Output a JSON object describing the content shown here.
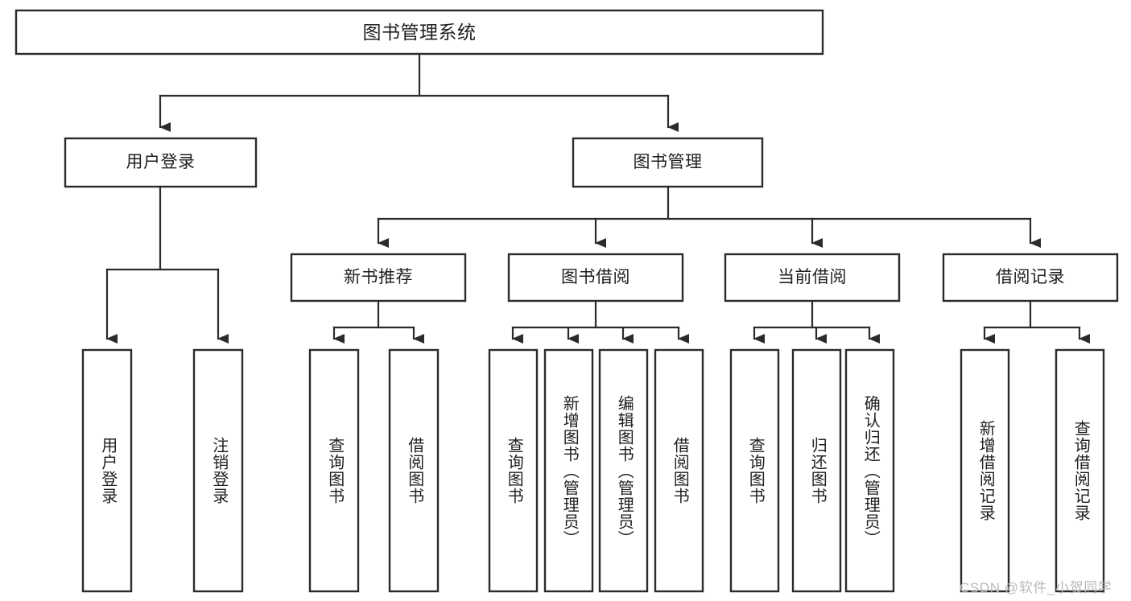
{
  "diagram": {
    "type": "tree-hierarchy",
    "title_node": {
      "label": "图书管理系统"
    },
    "level2": [
      {
        "label": "用户登录"
      },
      {
        "label": "图书管理"
      }
    ],
    "level3": [
      {
        "label": "新书推荐"
      },
      {
        "label": "图书借阅"
      },
      {
        "label": "当前借阅"
      },
      {
        "label": "借阅记录"
      }
    ],
    "leaves": {
      "user_login": [
        {
          "label": "用户登录"
        },
        {
          "label": "注销登录"
        }
      ],
      "new_book_recommend": [
        {
          "label": "查询图书"
        },
        {
          "label": "借阅图书"
        }
      ],
      "book_borrow": [
        {
          "label": "查询图书"
        },
        {
          "label": "新增图书（管理员）"
        },
        {
          "label": "编辑图书（管理员）"
        },
        {
          "label": "借阅图书"
        }
      ],
      "current_borrow": [
        {
          "label": "查询图书"
        },
        {
          "label": "归还图书"
        },
        {
          "label": "确认归还（管理员）"
        }
      ],
      "borrow_record": [
        {
          "label": "新增借阅记录"
        },
        {
          "label": "查询借阅记录"
        }
      ]
    },
    "watermark": {
      "text": "CSDN @软件_小贺同学"
    },
    "colors": {
      "stroke": "#2b2b2b",
      "fill": "#ffffff",
      "text": "#1f1f1f",
      "watermark": "#b9b9b9",
      "background": "#ffffff"
    }
  }
}
